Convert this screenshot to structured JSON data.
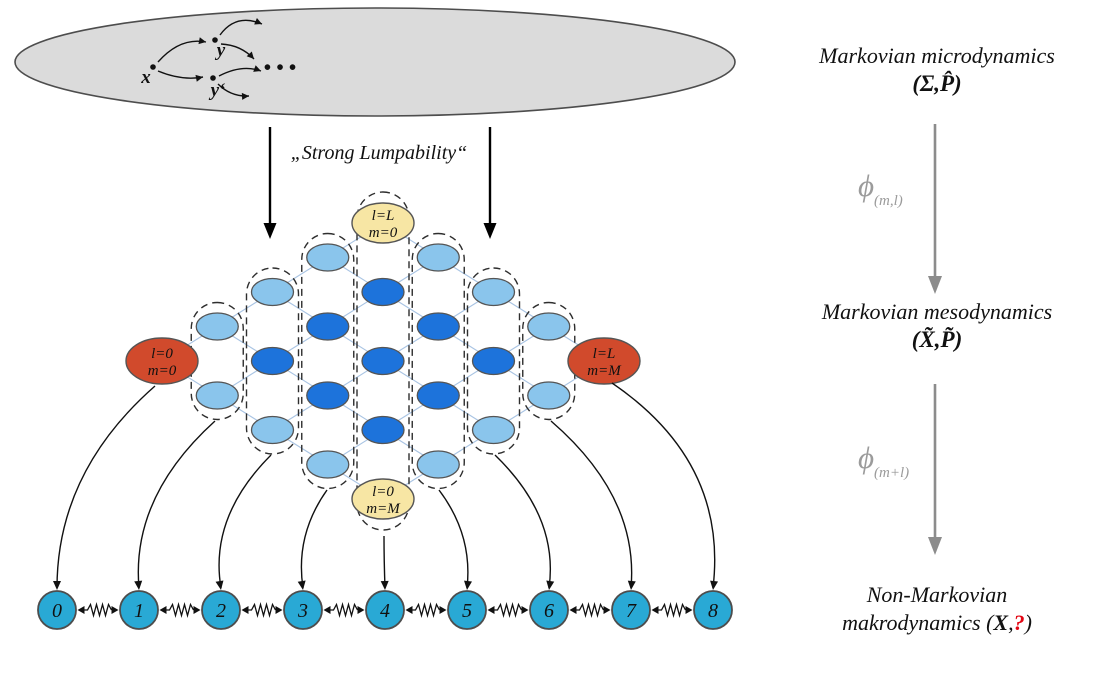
{
  "diagram": {
    "micro_ellipse": {
      "fill": "#dbdbdb",
      "stroke": "#4d4d4d",
      "state_labels": [
        "x",
        "y",
        "y‘"
      ],
      "ellipsis": "• • •"
    },
    "lumpability_label": "„Strong Lumpability“",
    "lattice": {
      "grid_size": 5,
      "corners": {
        "left": {
          "lines": [
            "l=0",
            "m=0"
          ],
          "fill": "#d14a2c"
        },
        "right": {
          "lines": [
            "l=L",
            "m=M"
          ],
          "fill": "#d14a2c"
        },
        "top": {
          "lines": [
            "l=L",
            "m=0"
          ],
          "fill": "#f7e6a4"
        },
        "bottom": {
          "lines": [
            "l=0",
            "m=M"
          ],
          "fill": "#f7e6a4"
        }
      },
      "node_colors": {
        "interior": "#1d73db",
        "boundary": "#8ac5ec"
      },
      "edge_color": "#a9c4e3",
      "node_stroke": "#555555",
      "capsule_stroke": "#2e2e2e"
    },
    "macro_chain": {
      "labels": [
        "0",
        "1",
        "2",
        "3",
        "4",
        "5",
        "6",
        "7",
        "8"
      ],
      "fill": "#29a9d5",
      "stroke": "#4d4d4d"
    }
  },
  "right_panel": {
    "micro": {
      "title": "Markovian microdynamics",
      "tuple": "(Σ,P̂)"
    },
    "map1": {
      "symbol": "ϕ",
      "subscript": "(m,l)"
    },
    "meso": {
      "title": "Markovian mesodynamics",
      "tuple": "(X̃,P̃)"
    },
    "map2": {
      "symbol": "ϕ",
      "subscript": "(m+l)"
    },
    "macro": {
      "line1": "Non-Markovian",
      "line2_prefix": "makrodynamics (",
      "bold_x": "X",
      "comma": ",",
      "question": "?",
      "suffix": ")"
    },
    "arrow_color": "#8c8c8c",
    "question_color": "#e30613"
  }
}
